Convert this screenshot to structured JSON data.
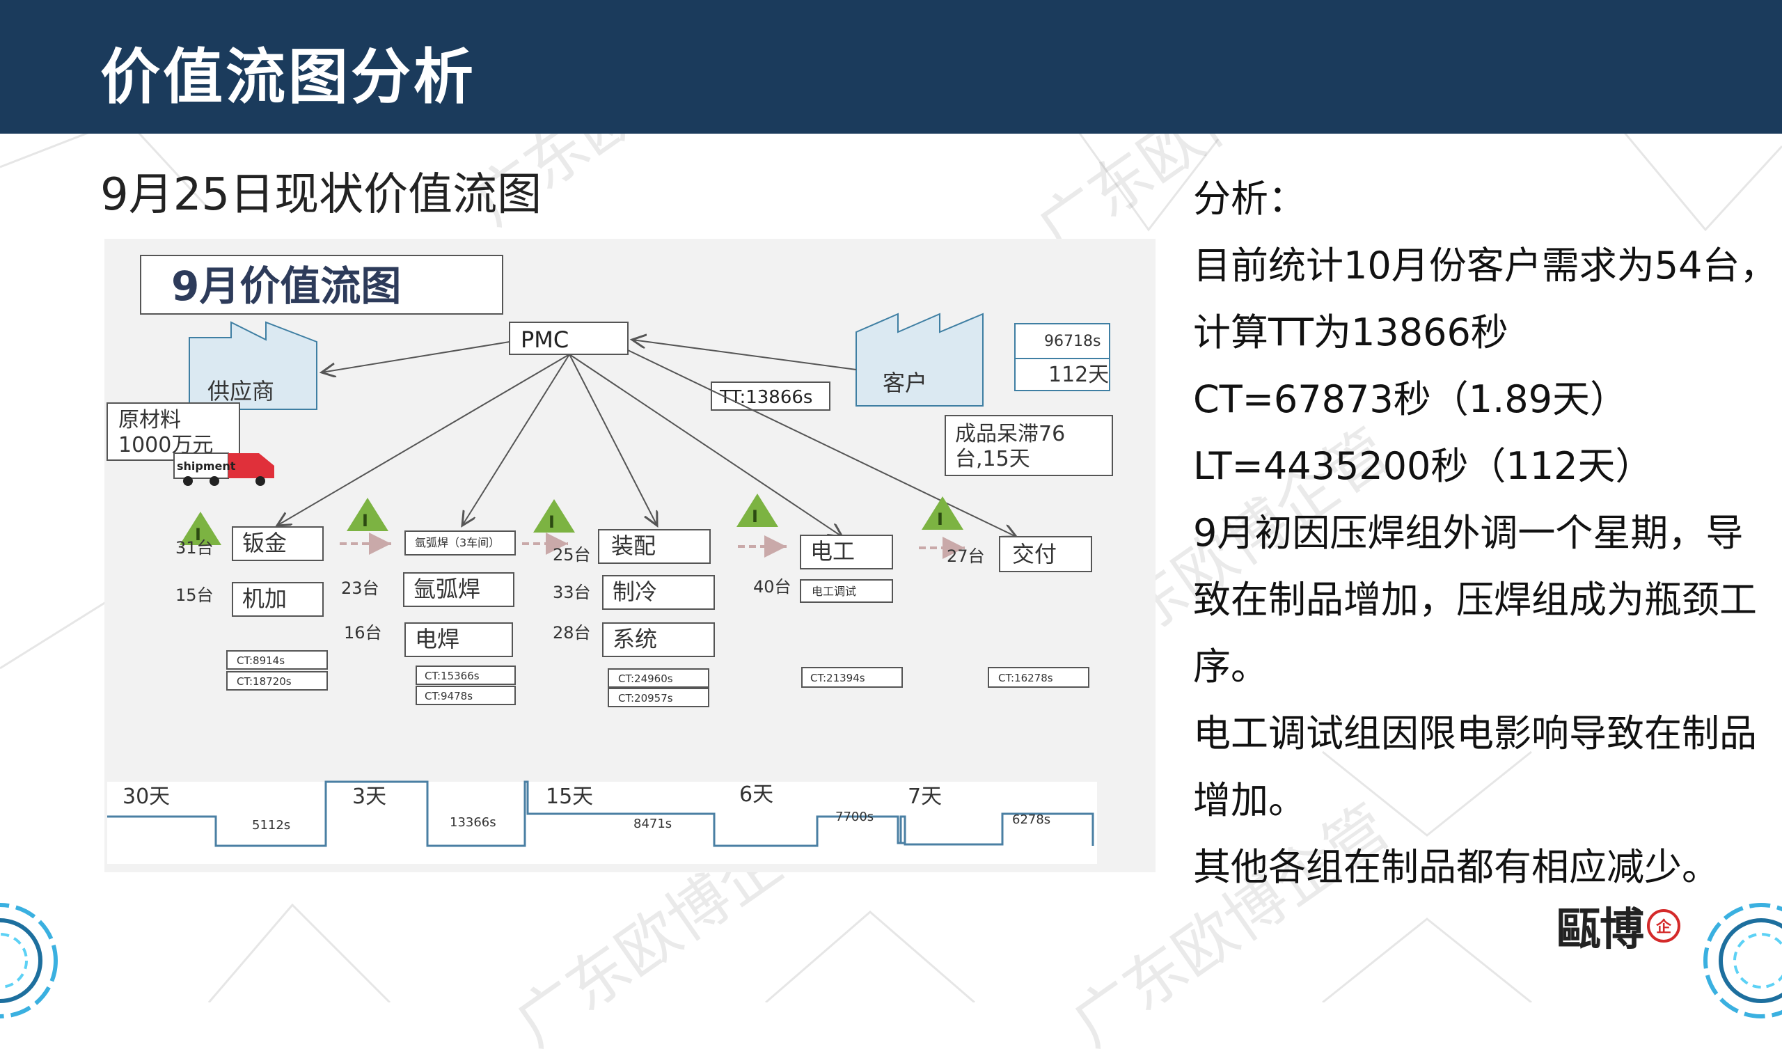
{
  "header": {
    "title": "价值流图分析"
  },
  "subtitle": "9月25日现状价值流图",
  "watermark": "广东欧博企管",
  "vsm": {
    "title": "9月价值流图",
    "pmc": "PMC",
    "supplier": "供应商",
    "customer": "客户",
    "raw_material_line1": "原材料",
    "raw_material_line2": "1000万元",
    "truck_text": "shipment",
    "tt": "TT:13866s",
    "finished_goods_line1": "成品呆滞76",
    "finished_goods_line2": "台,15天",
    "demand_top": "96718s",
    "demand_bottom": "112天",
    "inventory_symbol": "I",
    "processes": {
      "sheet_metal": "钣金",
      "machining": "机加",
      "argon_label_small": "氩弧焊（3车间）",
      "argon": "氩弧焊",
      "electric_weld": "电焊",
      "assembly": "装配",
      "refrigeration": "制冷",
      "system": "系统",
      "electrician": "电工",
      "electrician_test": "电工调试",
      "delivery": "交付"
    },
    "inventories": {
      "i1": "31台",
      "i2": "15台",
      "i3": "23台",
      "i4": "16台",
      "i5": "25台",
      "i6": "33台",
      "i7": "28台",
      "i8": "40台",
      "i9": "27台"
    },
    "cts": {
      "c1": "CT:8914s",
      "c2": "CT:18720s",
      "c3": "CT:15366s",
      "c4": "CT:9478s",
      "c5": "CT:24960s",
      "c6": "CT:20957s",
      "c7": "CT:21394s",
      "c8": "CT:16278s"
    },
    "timeline": {
      "d1": "30天",
      "s1": "5112s",
      "d2": "3天",
      "s2": "13366s",
      "d3": "15天",
      "s3": "8471s",
      "d4": "6天",
      "s4": "7700s",
      "d5": "7天",
      "s5": "6278s"
    }
  },
  "analysis": {
    "lines": [
      "分析：",
      "目前统计10月份客户需求为54台，",
      "计算TT为13866秒",
      "CT=67873秒（1.89天）",
      "LT=4435200秒（112天）",
      "9月初因压焊组外调一个星期，导",
      "致在制品增加，压焊组成为瓶颈工",
      "序。",
      "电工调试组因限电影响导致在制品",
      "增加。",
      "其他各组在制品都有相应减少。"
    ]
  },
  "logo": {
    "text": "甌博",
    "seal": "企"
  },
  "colors": {
    "header_bg": "#1b3b5c",
    "panel_bg": "#f2f2f2",
    "factory_fill": "#dbe9f2",
    "factory_stroke": "#3f7fa3",
    "triangle": "#7cb342",
    "truck": "#e0303a"
  }
}
